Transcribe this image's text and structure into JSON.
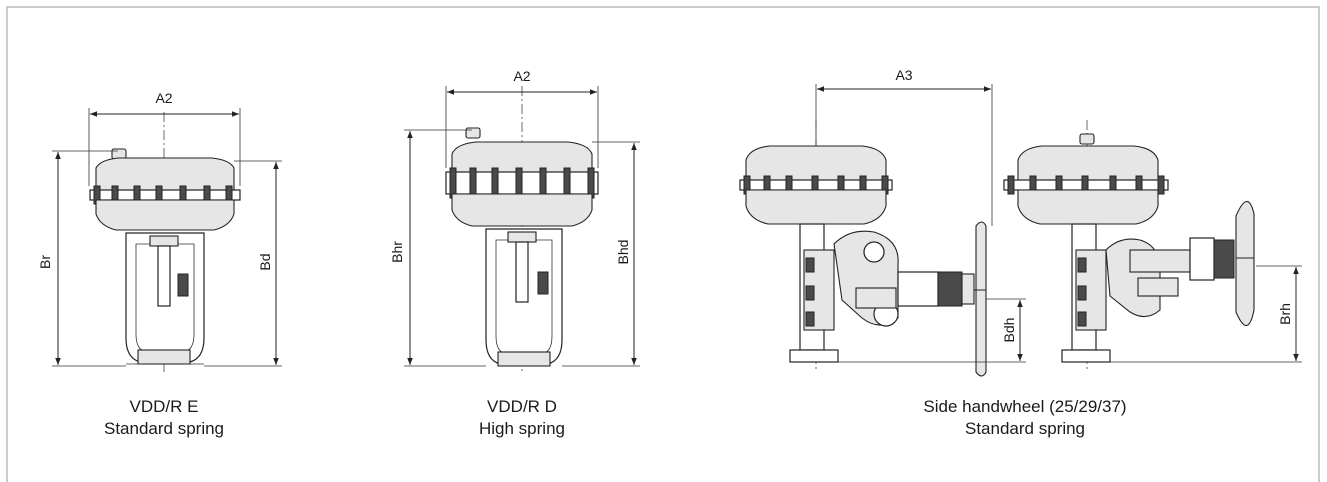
{
  "figure": {
    "dimension_labels": {
      "actuator_e_width": "A2",
      "actuator_e_height_r": "Br",
      "actuator_e_height_d": "Bd",
      "actuator_d_width": "A2",
      "actuator_d_height_r": "Bhr",
      "actuator_d_height_d": "Bhd",
      "handwheel_width": "A3",
      "handwheel_height_d": "Bdh",
      "handwheel_height_r": "Brh"
    },
    "captions": {
      "e_line1": "VDD/R E",
      "e_line2": "Standard spring",
      "d_line1": "VDD/R D",
      "d_line2": "High spring",
      "hw_line1": "Side handwheel (25/29/37)",
      "hw_line2": "Standard spring"
    },
    "colors": {
      "line": "#222222",
      "fill": "#e6e6e6",
      "border": "#9a9a9a"
    }
  }
}
